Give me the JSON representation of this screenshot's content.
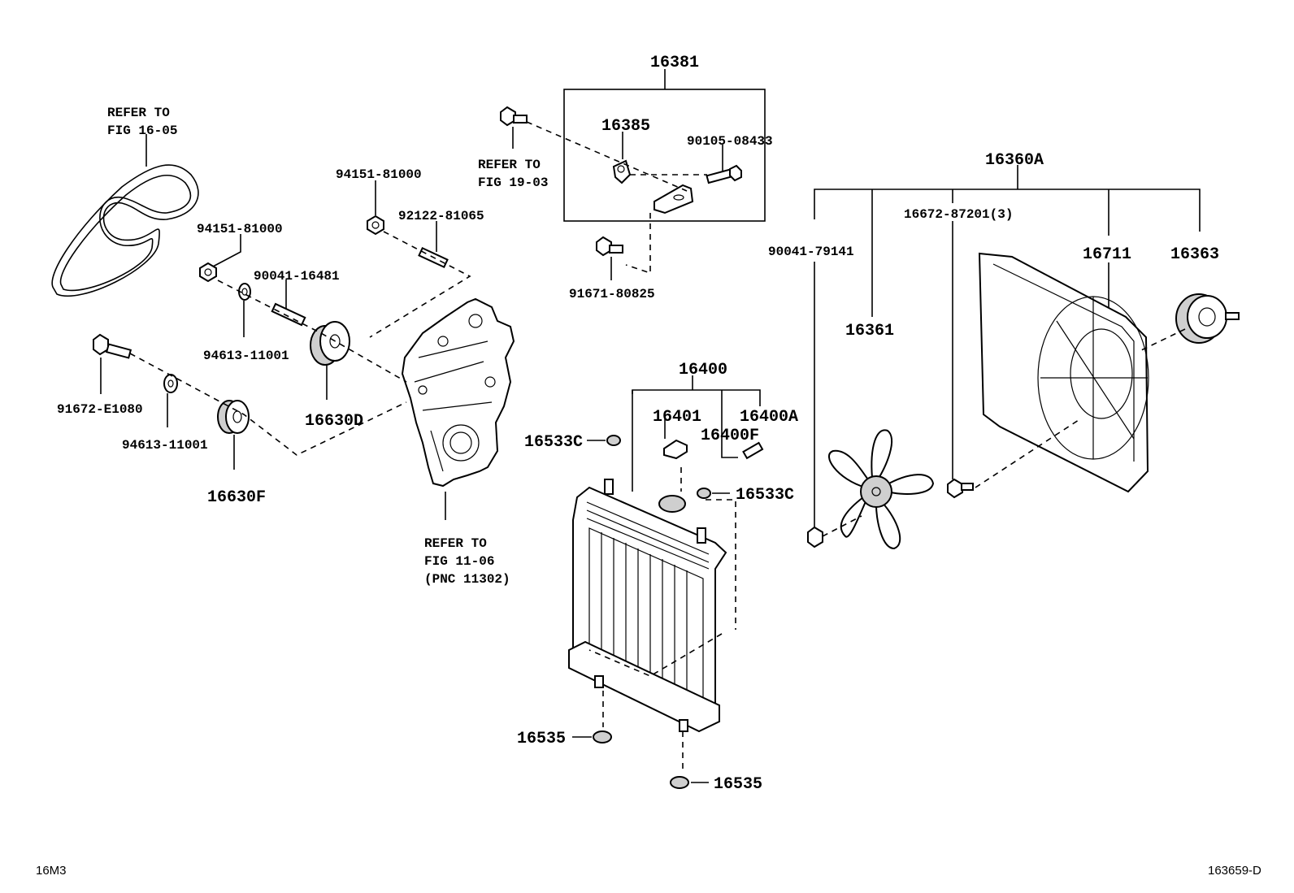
{
  "labels": {
    "p16381": "16381",
    "p16385": "16385",
    "p90105_08433": "90105-08433",
    "p16360A": "16360A",
    "p16672_87201": "16672-87201(3)",
    "p90041_79141": "90041-79141",
    "p16711": "16711",
    "p16363": "16363",
    "p16361": "16361",
    "p94151_81000_a": "94151-81000",
    "p92122_81065": "92122-81065",
    "p94151_81000_b": "94151-81000",
    "p90041_16481": "90041-16481",
    "p94613_11001_a": "94613-11001",
    "p91672_E1080": "91672-E1080",
    "p94613_11001_b": "94613-11001",
    "p16630D": "16630D",
    "p16630F": "16630F",
    "p91671_80825": "91671-80825",
    "p16400": "16400",
    "p16401": "16401",
    "p16400A": "16400A",
    "p16400F": "16400F",
    "p16533C_a": "16533C",
    "p16533C_b": "16533C",
    "p16535_a": "16535",
    "p16535_b": "16535"
  },
  "notes": {
    "refer_16_05": [
      "REFER TO",
      "FIG 16-05"
    ],
    "refer_19_03": [
      "REFER TO",
      "FIG 19-03"
    ],
    "refer_11_06": [
      "REFER TO",
      "FIG 11-06",
      "(PNC 11302)"
    ]
  },
  "footer": {
    "left_code": "16M3",
    "right_code": "163659-D"
  }
}
